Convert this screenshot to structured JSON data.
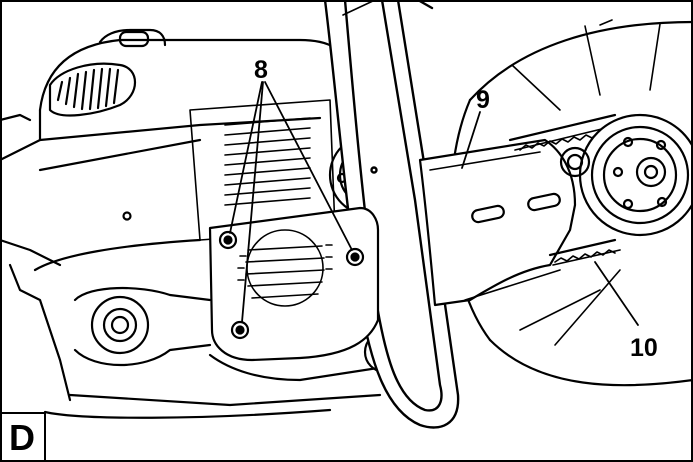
{
  "panel": {
    "label": "D"
  },
  "callouts": {
    "screws": "8",
    "belt_guard": "9",
    "drive_belt": "10"
  }
}
